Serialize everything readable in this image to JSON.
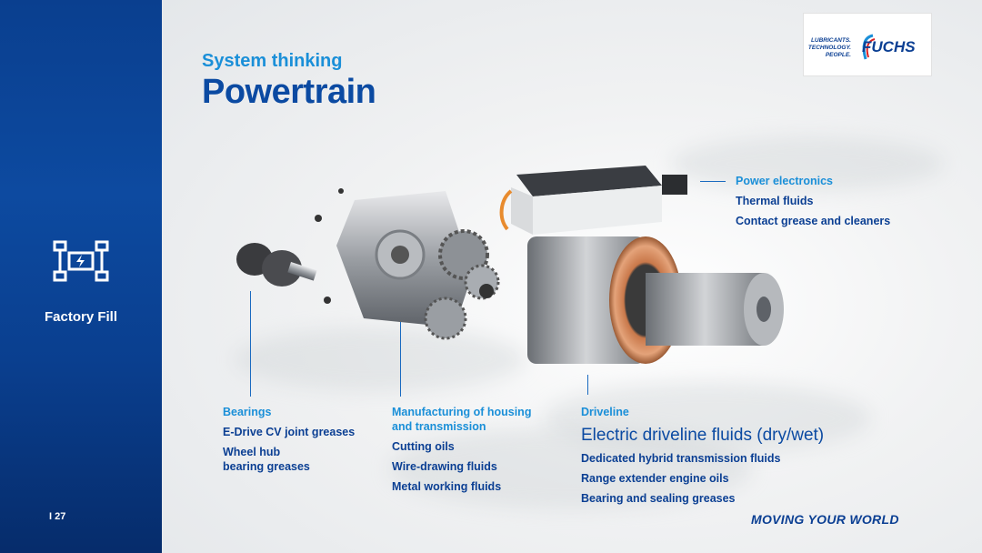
{
  "header": {
    "subtitle": "System thinking",
    "title": "Powertrain"
  },
  "logo": {
    "tagline": [
      "LUBRICANTS.",
      "TECHNOLOGY.",
      "PEOPLE."
    ],
    "brand": "FUCHS"
  },
  "sidebar": {
    "icon": "electric-drivetrain-icon",
    "label": "Factory Fill",
    "page_number": "I 27"
  },
  "callouts": {
    "power_electronics": {
      "heading": "Power electronics",
      "items": [
        "Thermal fluids",
        "Contact grease and cleaners"
      ]
    },
    "bearings": {
      "heading": "Bearings",
      "items": [
        "E-Drive CV joint greases",
        "Wheel hub",
        "bearing greases"
      ]
    },
    "manufacturing": {
      "heading_line1": "Manufacturing of housing",
      "heading_line2": "and transmission",
      "items": [
        "Cutting oils",
        "Wire-drawing fluids",
        "Metal working fluids"
      ]
    },
    "driveline": {
      "heading": "Driveline",
      "big": "Electric driveline fluids (dry/wet)",
      "items": [
        "Dedicated hybrid transmission fluids",
        "Range extender engine oils",
        "Bearing and sealing greases"
      ]
    }
  },
  "footer": {
    "slogan": "MOVING YOUR WORLD"
  },
  "colors": {
    "primary": "#0b4aa2",
    "accent": "#1a8fd8",
    "sidebar": "#0a3f8f",
    "copper": "#c9784a"
  }
}
